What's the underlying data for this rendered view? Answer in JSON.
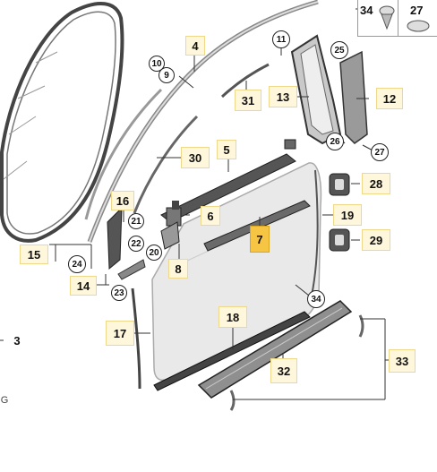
{
  "legend": {
    "left_number": "34",
    "right_number": "27"
  },
  "callouts": {
    "c4": "4",
    "c5": "5",
    "c6": "6",
    "c7": "7",
    "c8": "8",
    "c12": "12",
    "c13": "13",
    "c14": "14",
    "c15": "15",
    "c16": "16",
    "c17": "17",
    "c18": "18",
    "c19": "19",
    "c28": "28",
    "c29": "29",
    "c30": "30",
    "c31": "31",
    "c32": "32",
    "c33": "33",
    "c3": "3",
    "o9": "9",
    "o10": "10",
    "o11": "11",
    "o20": "20",
    "o21": "21",
    "o22": "22",
    "o23": "23",
    "o24": "24",
    "o25": "25",
    "o26": "26",
    "o27": "27",
    "o34": "34"
  },
  "edge_mark": "G",
  "highlight_color": "#f6c544",
  "label_box_color": "#fff7dc"
}
